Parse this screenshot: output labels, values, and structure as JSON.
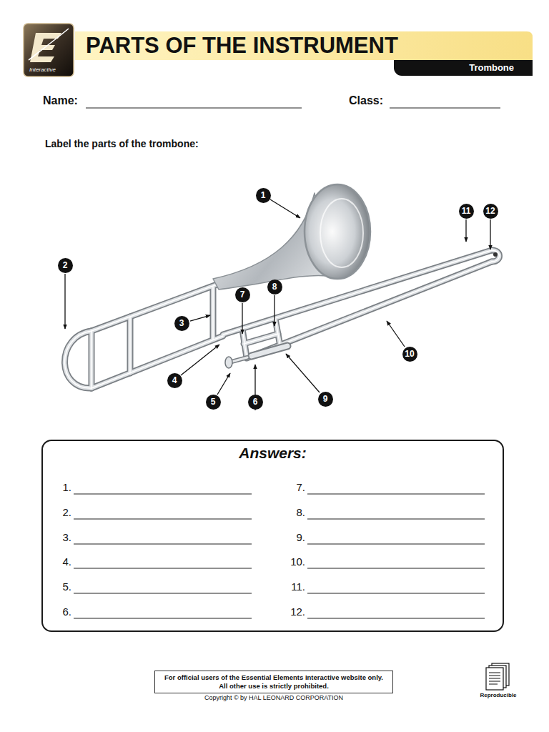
{
  "diagram": {
    "title": "PARTS OF THE INSTRUMENT",
    "nodes": [
      {
        "text": [
          "Interactive"
        ]
      },
      {
        "text": [
          "Trombone"
        ]
      },
      {
        "text": [
          "1"
        ]
      },
      {
        "text": [
          "2"
        ]
      },
      {
        "text": [
          "3"
        ]
      },
      {
        "text": [
          "4"
        ]
      },
      {
        "text": [
          "5"
        ]
      },
      {
        "text": [
          "6"
        ]
      },
      {
        "text": [
          "7"
        ]
      },
      {
        "text": [
          "8"
        ]
      },
      {
        "text": [
          "9"
        ]
      },
      {
        "text": [
          "10"
        ]
      },
      {
        "text": [
          "11"
        ]
      },
      {
        "text": [
          "12"
        ]
      },
      {
        "text": [
          "Answers:",
          "1.",
          "2.",
          "3.",
          "4.",
          "5.",
          "6.",
          "7.",
          "8.",
          "9.",
          "10.",
          "11.",
          "12."
        ]
      },
      {
        "text": [
          "For official users of the Essential Elements Interactive website only. All other use is strictly prohibited."
        ]
      }
    ],
    "labels": [
      "Name:",
      "Class:",
      "Label the parts of the trombone:",
      "Copyright © by HAL LEONARD CORPORATION",
      "Reproducible"
    ]
  }
}
